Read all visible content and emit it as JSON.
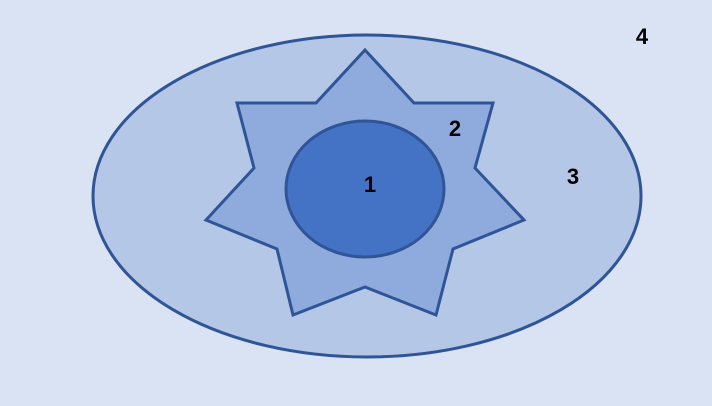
{
  "diagram": {
    "colors": {
      "background": "#DAE3F3",
      "outline": "#2F5597",
      "region_3_fill": "#B4C7E7",
      "region_2_fill": "#8FAADC",
      "region_1_fill": "#4472C4"
    },
    "regions": [
      {
        "label": "1",
        "shape": "circle"
      },
      {
        "label": "2",
        "shape": "seven-point-star"
      },
      {
        "label": "3",
        "shape": "ellipse"
      },
      {
        "label": "4",
        "shape": "background"
      }
    ]
  }
}
